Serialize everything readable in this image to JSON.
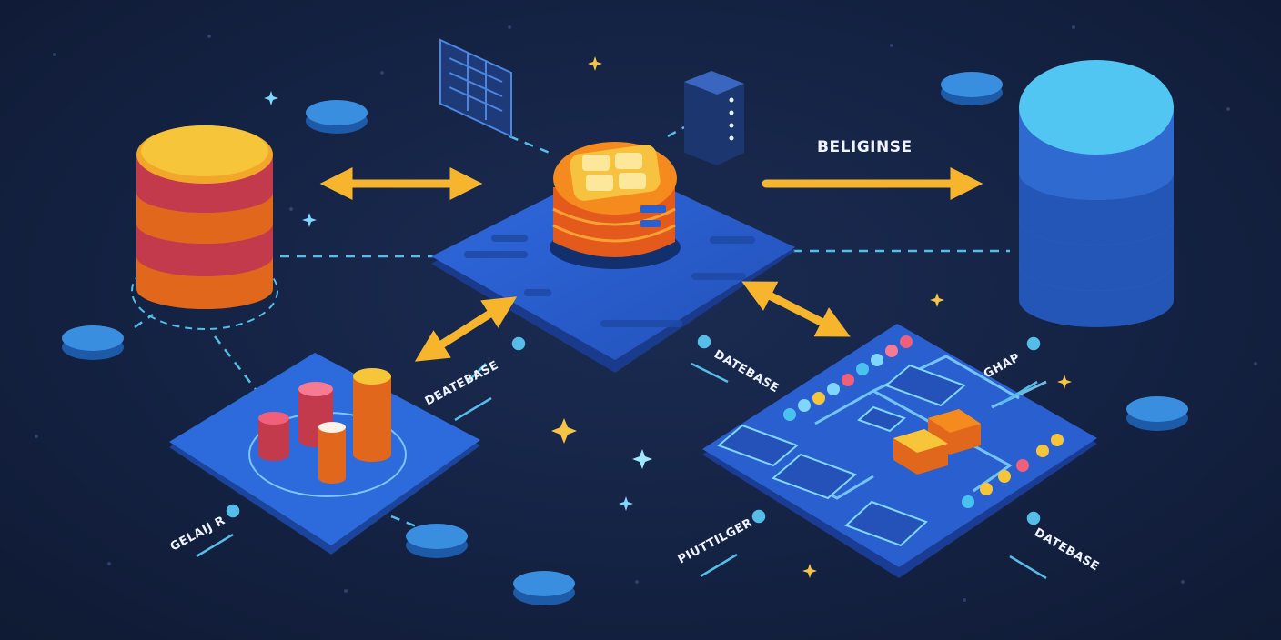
{
  "labels": {
    "top_right": "BELIGINSE",
    "center_left": "DEATEBASE",
    "center_right": "DATEBASE",
    "board_right_top": "GHAP",
    "bottom_left": "GELAIJ R",
    "bottom_center": "PIUTTILGER",
    "bottom_right": "DATEBASE"
  },
  "colors": {
    "background": "#13203d",
    "board_blue": "#2a5fd0",
    "arrow_yellow": "#f5b531",
    "cylinder_blue": "#3d8fe6",
    "cylinder_orange": "#f98a22",
    "cylinder_red": "#d84a5a",
    "dashed_line": "#56bde8"
  }
}
